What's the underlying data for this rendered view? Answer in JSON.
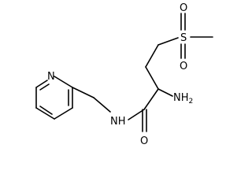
{
  "molecule": {
    "atoms": {
      "o_sulfonyl_top": "O",
      "o_sulfonyl_bottom": "O",
      "sulfur": "S",
      "amine": "NH2",
      "amide_n": "NH",
      "carbonyl_o": "O",
      "pyridine_n": "N"
    },
    "amine_parts": {
      "main": "NH",
      "subscript": "2"
    }
  }
}
